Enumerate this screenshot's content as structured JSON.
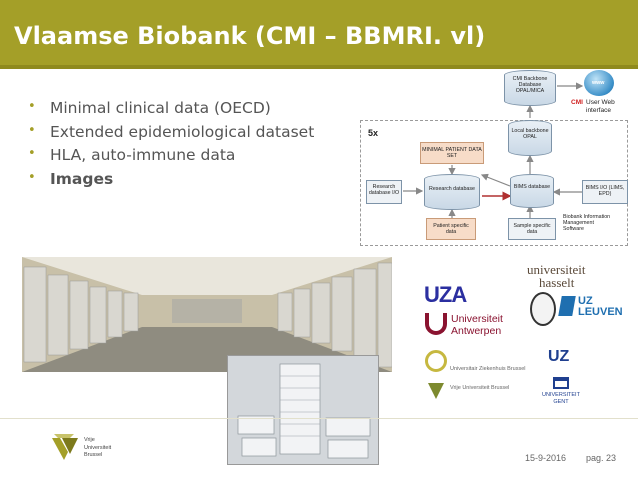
{
  "title": "Vlaamse Biobank (CMI – BBMRI. vl)",
  "bullets": [
    "Minimal clinical data (OECD)",
    "Extended epidemiological dataset",
    "HLA, auto-immune data",
    "Images"
  ],
  "diagram": {
    "multiplier": "5x",
    "cmi_db": "CMI Backbone Database OPAL/MICA",
    "www": "www",
    "cmi_user_prefix": "CMI",
    "cmi_user_label": "User Web interface",
    "local_backbone": "Local backbone OPAL",
    "minimal_patient": "MINIMAL PATIENT DATA SET",
    "research_io": "Research database I/O",
    "research_db": "Research database",
    "bims": "BIMS database",
    "bims_io": "BIMS I/O (LIMS, EPD)",
    "patient_data": "Patient specific data",
    "sample_data": "Sample specific data",
    "bims_legend_1": "Biobank Information",
    "bims_legend_2": "Management",
    "bims_legend_3": "Software"
  },
  "logos": {
    "uhasselt_1": "universiteit",
    "uhasselt_2": "hasselt",
    "uza": "UZA",
    "ua_1": "Universiteit",
    "ua_2": "Antwerpen",
    "uzleuven_1": "UZ",
    "uzleuven_2": "LEUVEN",
    "uzbrussel": "Universitair Ziekenhuis Brussel",
    "vub_small": "Vrije Universiteit Brussel",
    "uzgent": "UZ",
    "ugent_1": "UNIVERSITEIT",
    "ugent_2": "GENT"
  },
  "footer": {
    "vub_1": "Vrije",
    "vub_2": "Universiteit",
    "vub_3": "Brussel",
    "date": "15-9-2016",
    "page": "pag. 23"
  },
  "colors": {
    "accent": "#a49f28",
    "title_text": "#ffffff",
    "body_text": "#555555",
    "red": "#d02020"
  }
}
